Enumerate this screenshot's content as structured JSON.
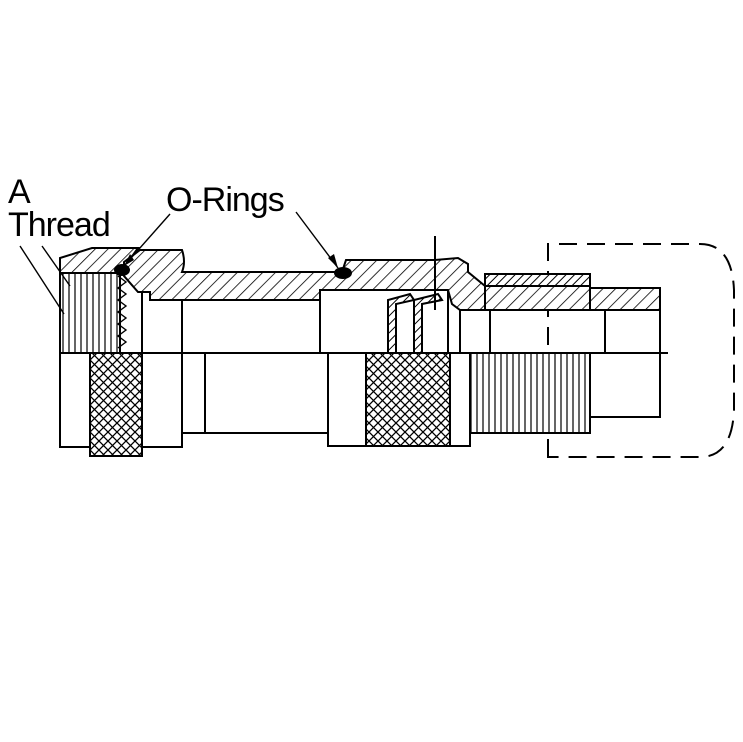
{
  "labels": {
    "thread_line1": "A",
    "thread_line2": "Thread",
    "orings": "O-Rings"
  }
}
